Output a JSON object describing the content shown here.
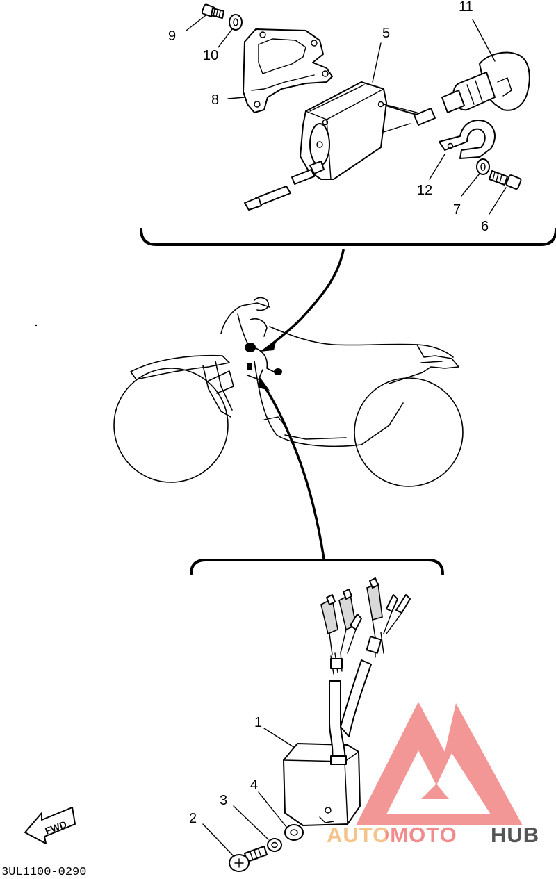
{
  "parts": [
    {
      "id": "part-1",
      "label": "1"
    },
    {
      "id": "part-2",
      "label": "2"
    },
    {
      "id": "part-3",
      "label": "3"
    },
    {
      "id": "part-4",
      "label": "4"
    },
    {
      "id": "part-5",
      "label": "5"
    },
    {
      "id": "part-6",
      "label": "6"
    },
    {
      "id": "part-7",
      "label": "7"
    },
    {
      "id": "part-8",
      "label": "8"
    },
    {
      "id": "part-9",
      "label": "9"
    },
    {
      "id": "part-10",
      "label": "10"
    },
    {
      "id": "part-11",
      "label": "11"
    },
    {
      "id": "part-12",
      "label": "12"
    }
  ],
  "fwd_label": "FWD",
  "diagram_code": "3UL1100-0290",
  "watermark": {
    "text_left": "AUTOMOTO",
    "text_right": "HUB",
    "color_primary": "#f28b8b",
    "color_secondary": "#f5c48a",
    "color_dark": "#555555"
  }
}
